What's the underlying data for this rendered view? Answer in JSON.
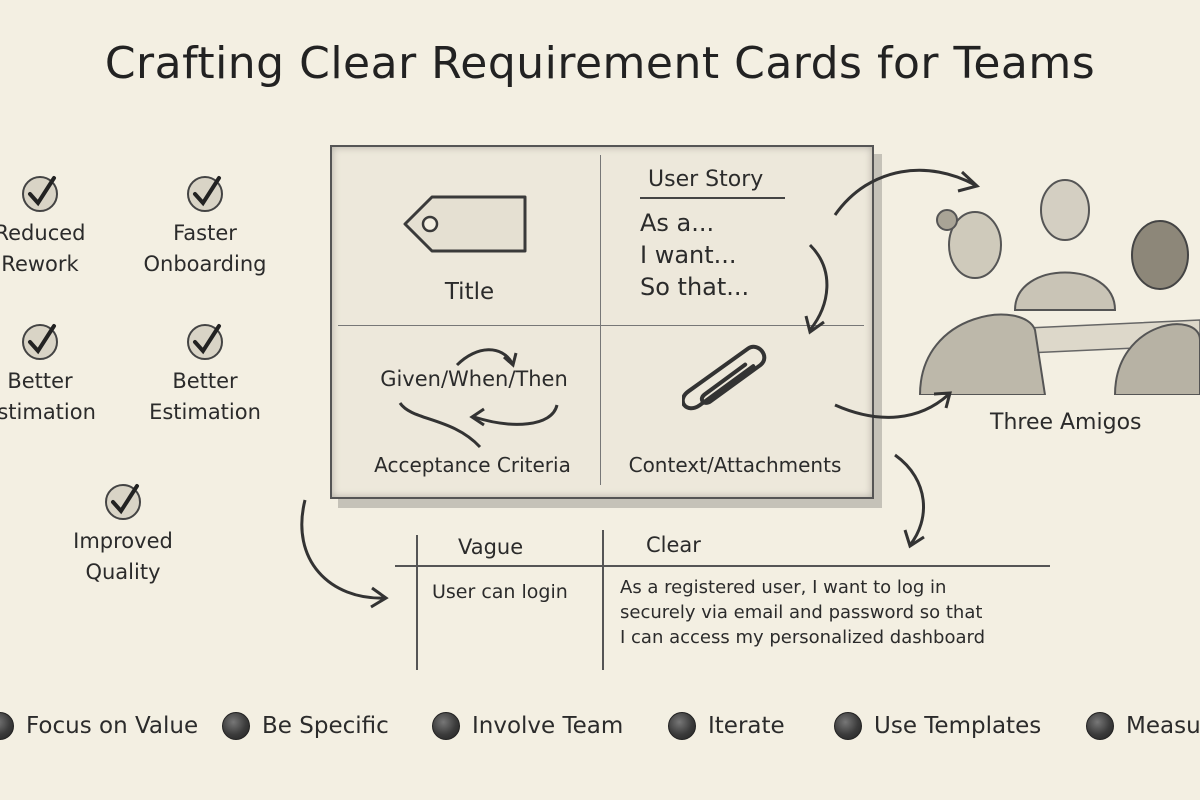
{
  "title": "Crafting Clear Requirement Cards for Teams",
  "benefits": [
    {
      "label_line1": "Reduced",
      "label_line2": "Rework",
      "icon": "checkmark-circle-icon"
    },
    {
      "label_line1": "Faster",
      "label_line2": "Onboarding",
      "icon": "checkmark-circle-icon"
    },
    {
      "label_line1": "Better",
      "label_line2": "Estimation",
      "icon": "checkmark-circle-icon"
    },
    {
      "label_line1": "Better",
      "label_line2": "Estimation",
      "icon": "checkmark-circle-icon"
    },
    {
      "label_line1": "Improved",
      "label_line2": "Quality",
      "icon": "checkmark-circle-icon"
    }
  ],
  "card": {
    "title_label": "Title",
    "user_story": {
      "heading": "User Story",
      "line1": "As a...",
      "line2": "I want...",
      "line3": "So that..."
    },
    "given_when_then": "Given/When/Then",
    "acceptance_criteria": "Acceptance Criteria",
    "context_attachments": "Context/Attachments"
  },
  "team": {
    "label": "Three Amigos"
  },
  "comparison": {
    "vague_header": "Vague",
    "clear_header": "Clear",
    "vague_text": "User can login",
    "clear_line1": "As a registered user, I want to log in",
    "clear_line2": "securely via email and password so that",
    "clear_line3": "I can access my personalized dashboard"
  },
  "tips": [
    "Focus on Value",
    "Be Specific",
    "Involve Team",
    "Iterate",
    "Use Templates",
    "Measure"
  ],
  "colors": {
    "background": "#f3efe2",
    "ink": "#2b2b2b"
  }
}
